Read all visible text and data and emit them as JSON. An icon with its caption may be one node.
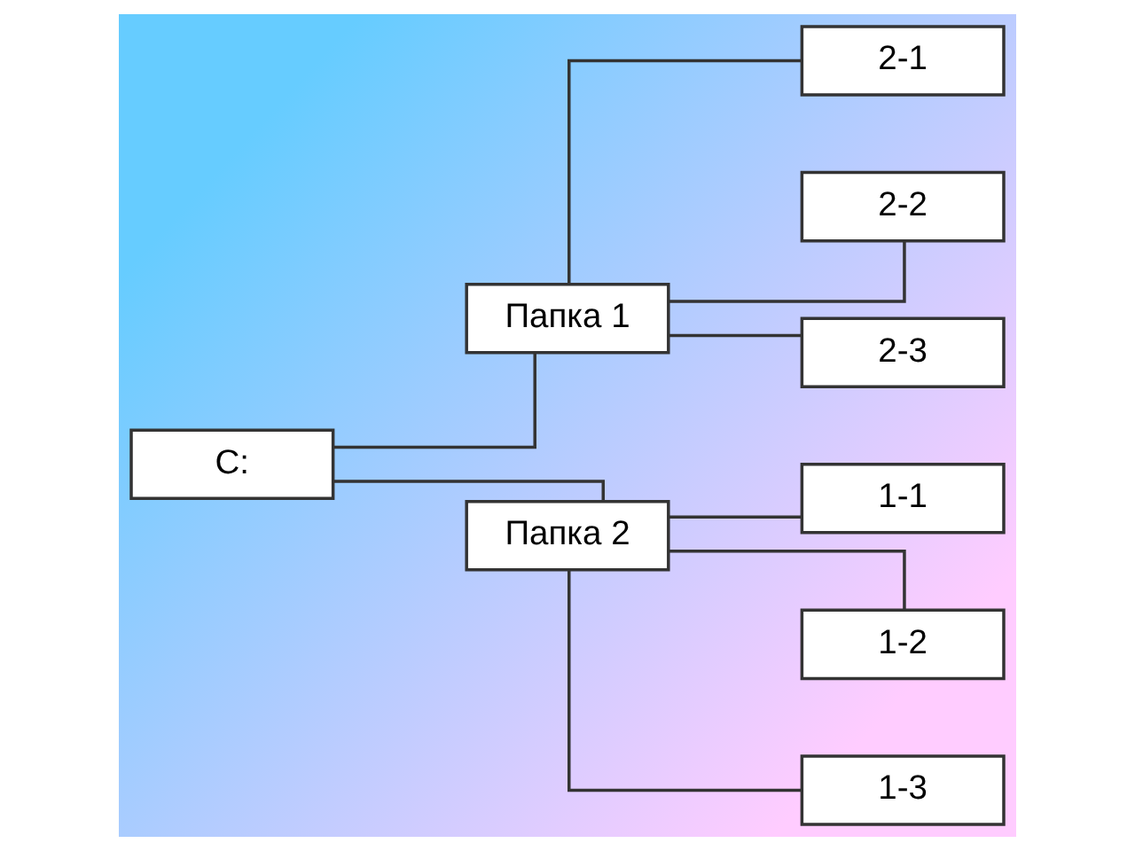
{
  "diagram": {
    "nodes": [
      {
        "text": [
          "C:"
        ]
      },
      {
        "text": [
          "Папка 1"
        ]
      },
      {
        "text": [
          "2-1"
        ]
      },
      {
        "text": [
          "2-2"
        ]
      },
      {
        "text": [
          "2-3"
        ]
      },
      {
        "text": [
          "Папка 2"
        ]
      },
      {
        "text": [
          "1-1"
        ]
      },
      {
        "text": [
          "1-2"
        ]
      },
      {
        "text": [
          "1-3"
        ]
      }
    ],
    "edges": [
      {
        "from": 0,
        "to": 1,
        "arrow": "none"
      },
      {
        "from": 1,
        "to": 2,
        "arrow": "none"
      },
      {
        "from": 1,
        "to": 3,
        "arrow": "none"
      },
      {
        "from": 1,
        "to": 4,
        "arrow": "none"
      },
      {
        "from": 0,
        "to": 5,
        "arrow": "none"
      },
      {
        "from": 5,
        "to": 6,
        "arrow": "none"
      },
      {
        "from": 5,
        "to": 7,
        "arrow": "none"
      },
      {
        "from": 5,
        "to": 8,
        "arrow": "none"
      }
    ]
  }
}
